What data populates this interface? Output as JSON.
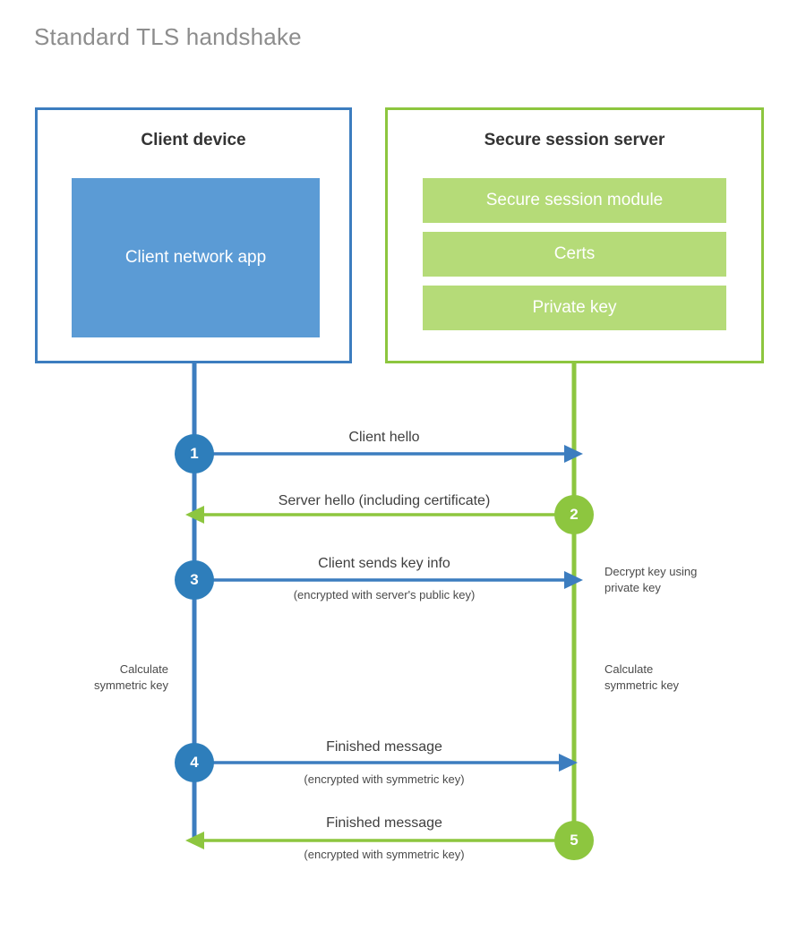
{
  "page": {
    "title": "Standard TLS handshake",
    "background": "#ffffff"
  },
  "colors": {
    "client_accent": "#3c7dbf",
    "client_fill": "#5b9bd5",
    "server_accent": "#8dc63f",
    "server_fill": "#b5db78",
    "text_dark": "#333333",
    "text_body": "#4a4a4a",
    "title_gray": "#8d8d8d"
  },
  "actors": {
    "client": {
      "title": "Client device",
      "components": [
        {
          "label": "Client network app"
        }
      ]
    },
    "server": {
      "title": "Secure session server",
      "components": [
        {
          "label": "Secure session module"
        },
        {
          "label": "Certs"
        },
        {
          "label": "Private key"
        }
      ]
    }
  },
  "steps": [
    {
      "number": "1",
      "label": "Client hello",
      "sub": "",
      "direction": "client-to-server",
      "side": "client"
    },
    {
      "number": "2",
      "label": "Server hello (including certificate)",
      "sub": "",
      "direction": "server-to-client",
      "side": "server"
    },
    {
      "number": "3",
      "label": "Client sends key info",
      "sub": "(encrypted with server's public key)",
      "direction": "client-to-server",
      "side": "client"
    },
    {
      "number": "4",
      "label": "Finished message",
      "sub": "(encrypted with symmetric key)",
      "direction": "client-to-server",
      "side": "client"
    },
    {
      "number": "5",
      "label": "Finished message",
      "sub": "(encrypted with symmetric key)",
      "direction": "server-to-client",
      "side": "server"
    }
  ],
  "annotations": {
    "server_decrypt": "Decrypt key using\nprivate key",
    "client_calculate": "Calculate\nsymmetric key",
    "server_calculate": "Calculate\nsymmetric key"
  }
}
